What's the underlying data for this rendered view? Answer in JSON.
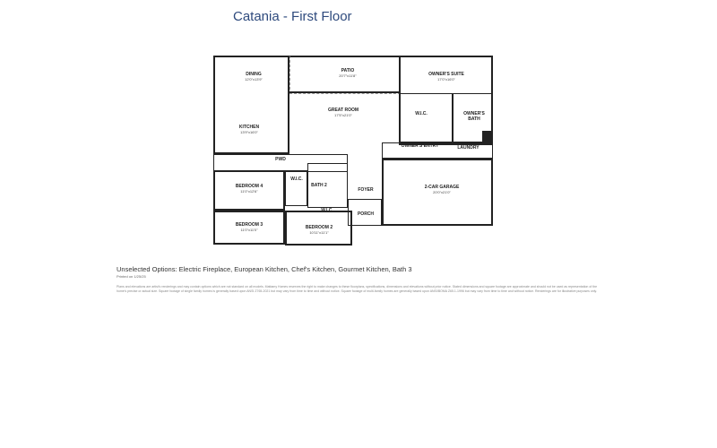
{
  "title": "Catania - First Floor",
  "rooms": {
    "dining": {
      "name": "DINING",
      "dim": "12'0\"x13'9\""
    },
    "patio": {
      "name": "PATIO",
      "dim": "20'7\"x11'8\""
    },
    "owners_suite": {
      "name": "OWNER'S SUITE",
      "dim": "17'0\"x16'0\""
    },
    "great_room": {
      "name": "GREAT ROOM",
      "dim": "17'5\"x21'0\""
    },
    "wic1": {
      "name": "W.I.C."
    },
    "owners_bath": {
      "name": "OWNER'S BATH"
    },
    "kitchen": {
      "name": "KITCHEN",
      "dim": "13'9\"x16'0\""
    },
    "owners_entry": {
      "name": "OWNER'S ENTRY"
    },
    "laundry": {
      "name": "LAUNDRY"
    },
    "pwd": {
      "name": "PWD"
    },
    "wic2": {
      "name": "W.I.C."
    },
    "bedroom4": {
      "name": "BEDROOM 4",
      "dim": "11'0\"x12'6\""
    },
    "bath2": {
      "name": "BATH 2"
    },
    "foyer": {
      "name": "FOYER"
    },
    "garage": {
      "name": "2-CAR GARAGE",
      "dim": "20'0\"x21'0\""
    },
    "wic3": {
      "name": "W.I.C."
    },
    "porch": {
      "name": "PORCH"
    },
    "bedroom3": {
      "name": "BEDROOM 3",
      "dim": "11'0\"x11'0\""
    },
    "bedroom2": {
      "name": "BEDROOM 2",
      "dim": "10'11\"x11'1\""
    }
  },
  "options": "Unselected Options: Electric Fireplace, European Kitchen, Chef's Kitchen, Gourmet Kitchen, Bath 3",
  "printed": "Printed on 1/25/25",
  "disclaimer": "Plans and elevations are artist's renderings and may contain options which are not standard on all models. Mattamy Homes reserves the right to make changes to these floorplans, specifications, dimensions and elevations without prior notice. Stated dimensions and square footage are approximate and should not be used as representation of the home's precise or actual size. Square footage of single family homes is generally based upon ANSI Z765-2021 but may vary from time to time and without notice. Square footage of multi-family homes are generally based upon ANSI/BOMA Z65.1-1996 but may vary from time to time and without notice. Renderings are for illustrative purposes only."
}
